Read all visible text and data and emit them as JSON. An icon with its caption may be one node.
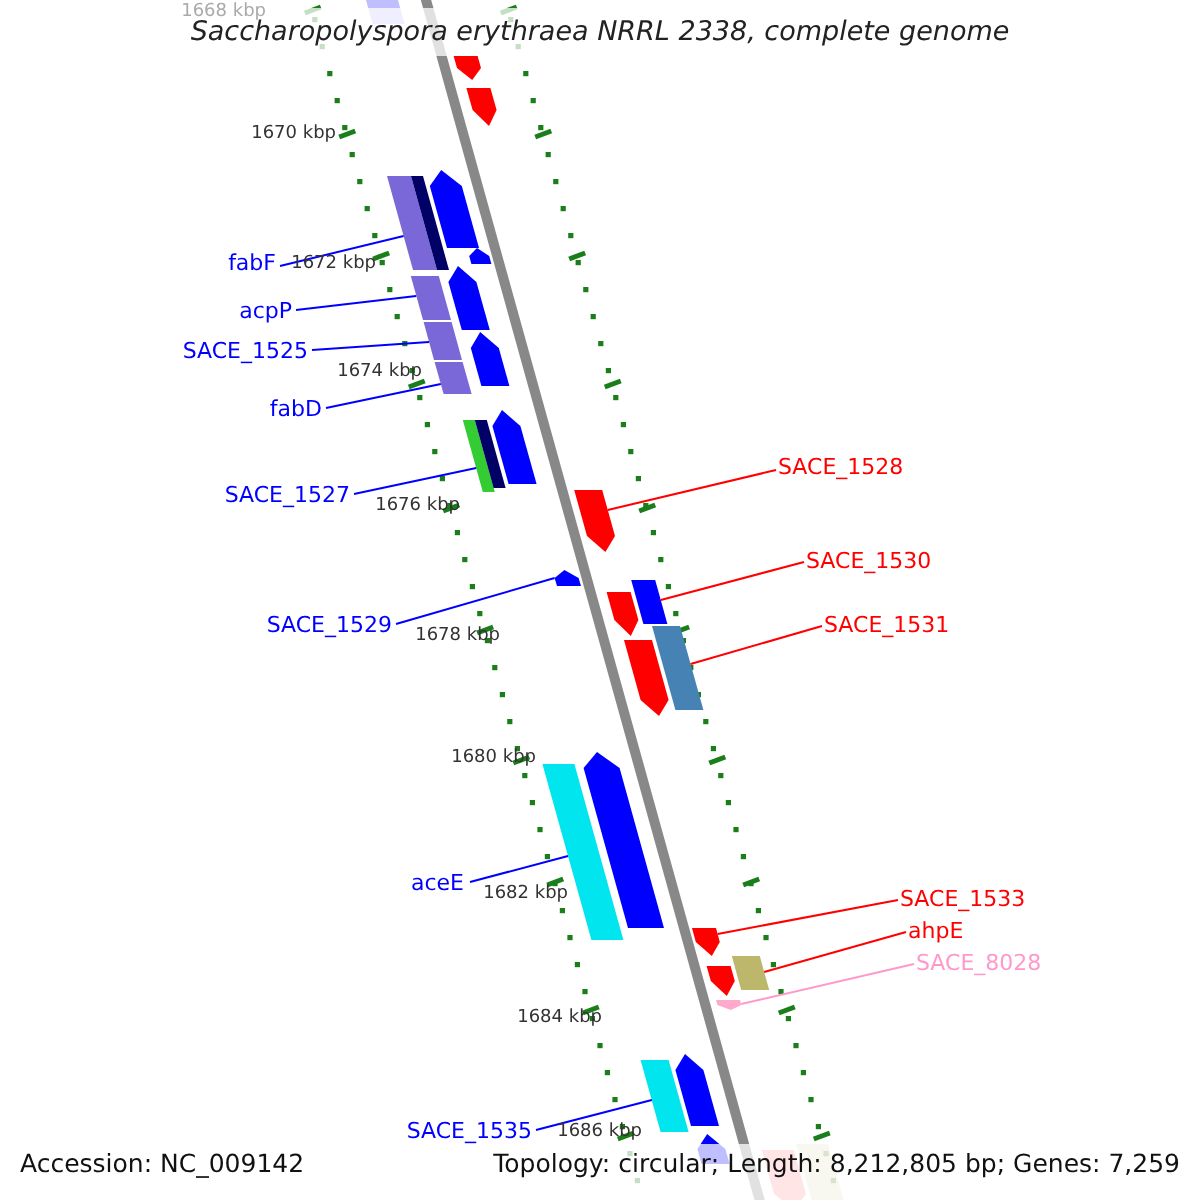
{
  "diagram": {
    "title": "Saccharopolyspora erythraea NRRL 2338, complete genome",
    "nodes": [
      {
        "text": [
          "fabF"
        ]
      },
      {
        "text": [
          "acpP"
        ]
      },
      {
        "text": [
          "SACE_1525"
        ]
      },
      {
        "text": [
          "fabD"
        ]
      },
      {
        "text": [
          "SACE_1528"
        ]
      },
      {
        "text": [
          "SACE_1527"
        ]
      },
      {
        "text": [
          "SACE_1530"
        ]
      },
      {
        "text": [
          "SACE_1529"
        ]
      },
      {
        "text": [
          "SACE_1531"
        ]
      },
      {
        "text": [
          "aceE"
        ]
      },
      {
        "text": [
          "SACE_1533"
        ]
      },
      {
        "text": [
          "ahpE"
        ]
      },
      {
        "text": [
          "SACE_8028"
        ]
      },
      {
        "text": [
          "SACE_1535"
        ]
      },
      {
        "text": [],
        "shape": "bar"
      },
      {
        "text": [],
        "shape": "pentagon"
      },
      {
        "text": [],
        "shape": "pentagon"
      },
      {
        "text": [],
        "shape": "bar"
      },
      {
        "text": [],
        "shape": "bar"
      },
      {
        "text": [],
        "shape": "pentagon"
      },
      {
        "text": [],
        "shape": "pentagon"
      },
      {
        "text": [],
        "shape": "bar"
      },
      {
        "text": [],
        "shape": "bar"
      },
      {
        "text": [],
        "shape": "bar"
      },
      {
        "text": [],
        "shape": "pentagon"
      },
      {
        "text": [],
        "shape": "pentagon"
      },
      {
        "text": [],
        "shape": "bar"
      },
      {
        "text": [],
        "shape": "bar"
      },
      {
        "text": [],
        "shape": "pentagon"
      },
      {
        "text": [],
        "shape": "pentagon"
      },
      {
        "text": [],
        "shape": "pentagon"
      },
      {
        "text": [],
        "shape": "pentagon"
      },
      {
        "text": [],
        "shape": "bar"
      },
      {
        "text": [],
        "shape": "pentagon"
      },
      {
        "text": [],
        "shape": "bar"
      },
      {
        "text": [],
        "shape": "bar"
      },
      {
        "text": [],
        "shape": "pentagon"
      },
      {
        "text": [],
        "shape": "pentagon"
      },
      {
        "text": [],
        "shape": "pentagon"
      },
      {
        "text": [],
        "shape": "bar"
      },
      {
        "text": [],
        "shape": "pentagon"
      },
      {
        "text": [],
        "shape": "bar"
      },
      {
        "text": [],
        "shape": "pentagon"
      },
      {
        "text": [],
        "shape": "pentagon"
      },
      {
        "text": [],
        "shape": "pentagon"
      },
      {
        "text": [],
        "shape": "bar"
      }
    ],
    "edges": [
      {
        "from": 0,
        "to": 17,
        "arrow": "none"
      },
      {
        "from": 1,
        "to": 21,
        "arrow": "none"
      },
      {
        "from": 2,
        "to": 22,
        "arrow": "none"
      },
      {
        "from": 3,
        "to": 23,
        "arrow": "none"
      },
      {
        "from": 4,
        "to": 29,
        "arrow": "none",
        "color": "#ff0000"
      },
      {
        "from": 5,
        "to": 26,
        "arrow": "none"
      },
      {
        "from": 6,
        "to": 32,
        "arrow": "none",
        "color": "#ff0000"
      },
      {
        "from": 7,
        "to": 30,
        "arrow": "none"
      },
      {
        "from": 8,
        "to": 34,
        "arrow": "none",
        "color": "#ff0000"
      },
      {
        "from": 9,
        "to": 35,
        "arrow": "none"
      },
      {
        "from": 10,
        "to": 37,
        "arrow": "none",
        "color": "#ff0000"
      },
      {
        "from": 11,
        "to": 39,
        "arrow": "none",
        "color": "#ff0000"
      },
      {
        "from": 12,
        "to": 40,
        "arrow": "none",
        "color": "#ff99cc"
      },
      {
        "from": 13,
        "to": 41,
        "arrow": "none"
      }
    ],
    "labels": [
      "1668 kbp",
      "1670 kbp",
      "1672 kbp",
      "1674 kbp",
      "1676 kbp",
      "1678 kbp",
      "1680 kbp",
      "1682 kbp",
      "1684 kbp",
      "1686 kbp",
      "Accession: NC_009142",
      "Topology: circular; Length: 8,212,805 bp; Genes: 7,259"
    ]
  }
}
